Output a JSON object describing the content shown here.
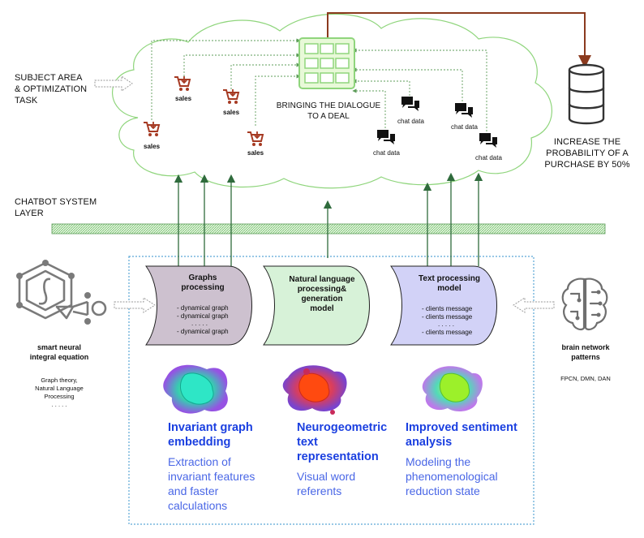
{
  "top": {
    "subject_area": [
      "SUBJECT AREA",
      "& OPTIMIZATION",
      "TASK"
    ],
    "bringing": [
      "BRINGING THE DIALOGUE",
      "TO A DEAL"
    ],
    "increase": [
      "INCREASE THE",
      "PROBABILITY OF A",
      "PURCHASE BY 50%"
    ],
    "sales_label": "sales",
    "chat_label": "chat data"
  },
  "chatbot_layer": [
    "CHATBOT SYSTEM",
    "LAYER"
  ],
  "left": {
    "title": [
      "smart neural",
      "integral equation"
    ],
    "desc": [
      "Graph theory,",
      "Natural Language",
      "Processing",
      ". . . . ."
    ]
  },
  "right": {
    "title": [
      "brain network",
      "patterns"
    ],
    "desc": "FPCN, DMN, DAN"
  },
  "modules": [
    {
      "title": [
        "Graphs",
        "processing"
      ],
      "items": [
        "- dynamical graph",
        "- dynamical graph",
        ". . . . .",
        "- dynamical graph"
      ],
      "color": "#cdc1cf"
    },
    {
      "title": [
        "Natural language",
        "processing&",
        "generation",
        "model"
      ],
      "items": [],
      "color": "#d7f2d8"
    },
    {
      "title": [
        "Text processing",
        "model"
      ],
      "items": [
        "- clients message",
        "- clients message",
        ". . . . .",
        "- clients message"
      ],
      "color": "#d2d2f7"
    }
  ],
  "features": [
    {
      "title": [
        "Invariant graph",
        "embedding"
      ],
      "desc": [
        "Extraction of",
        "invariant features",
        "and faster",
        "calculations"
      ]
    },
    {
      "title": [
        "Neurogeometric",
        "text",
        "representation"
      ],
      "desc": [
        "Visual word",
        "referents"
      ]
    },
    {
      "title": [
        "Improved sentiment",
        "analysis"
      ],
      "desc": [
        "Modeling the",
        "phenomenological",
        "reduction state"
      ]
    }
  ],
  "colors": {
    "cloud": "#8fd57c",
    "arrow_green": "#2f6b3c",
    "brown": "#8b3a1e",
    "feature_title": "#1a3fe0",
    "feature_desc": "#4a67e6",
    "dashed_box": "#5aa7d6"
  },
  "icons": [
    "cart-icon",
    "chat-icon",
    "database-icon",
    "server-grid-icon",
    "brain-icon",
    "neural-integral-icon"
  ]
}
